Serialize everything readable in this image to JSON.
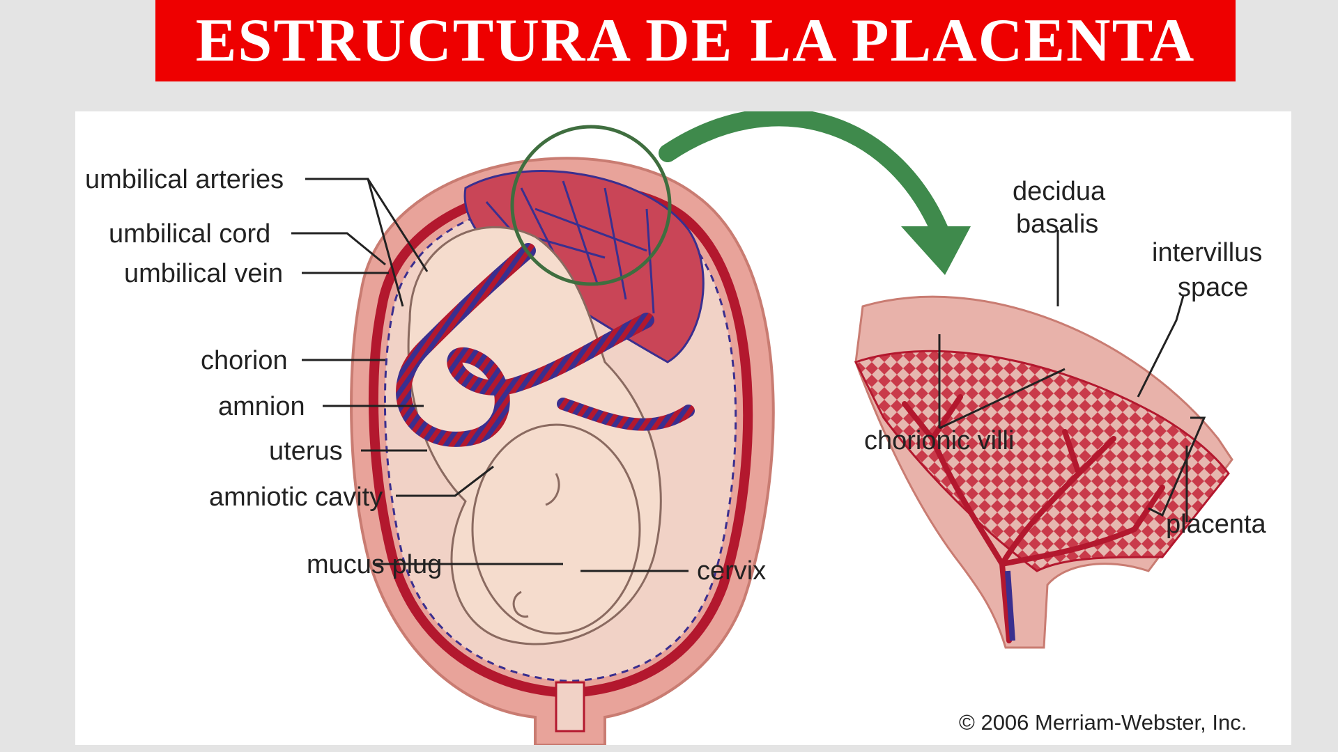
{
  "title": "ESTRUCTURA DE LA PLACENTA",
  "colors": {
    "banner_red": "#ee0000",
    "uterus_pink": "#e8a39a",
    "tissue_red": "#b3182e",
    "vein_blue": "#3a2f8f",
    "skin": "#f5dccd",
    "arrow_green": "#3f8a4c"
  },
  "labels": {
    "umbilical_arteries": "umbilical arteries",
    "umbilical_cord": "umbilical cord",
    "umbilical_vein": "umbilical vein",
    "chorion": "chorion",
    "amnion": "amnion",
    "uterus": "uterus",
    "amniotic_cavity": "amniotic cavity",
    "mucus_plug": "mucus plug",
    "cervix": "cervix",
    "decidua_basalis_1": "decidua",
    "decidua_basalis_2": "basalis",
    "intervillus_space_1": "intervillus",
    "intervillus_space_2": "space",
    "chorionic_villi": "chorionic villi",
    "placenta": "placenta"
  },
  "copyright": "© 2006 Merriam-Webster, Inc."
}
